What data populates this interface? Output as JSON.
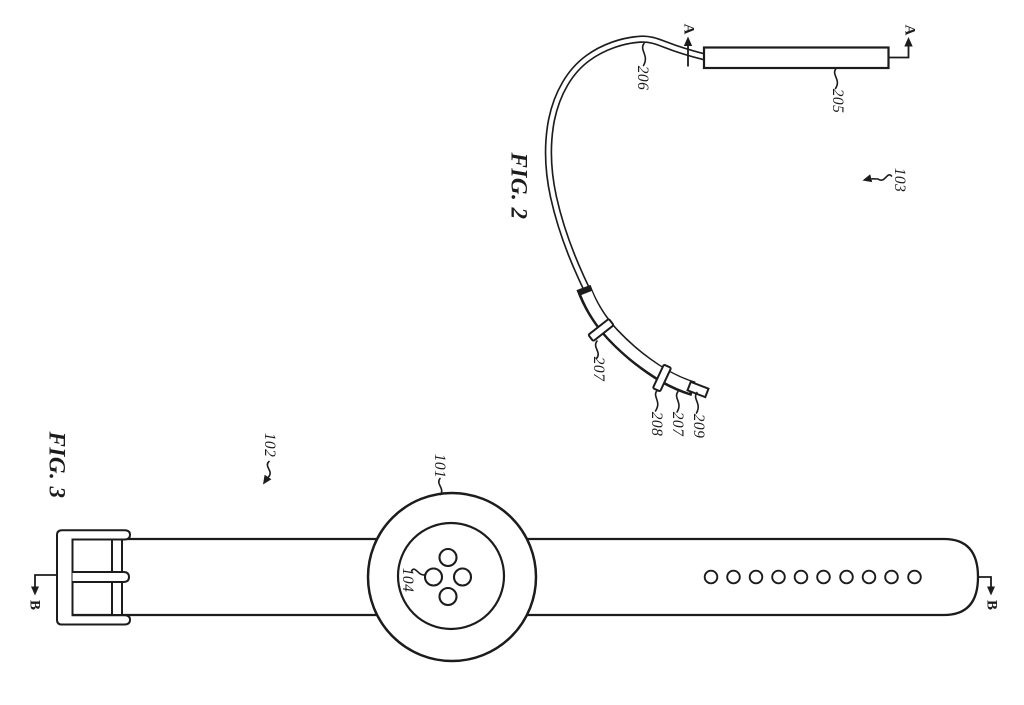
{
  "sheet": {
    "background": "#ffffff",
    "line_color": "#1c1c1c"
  },
  "fig2": {
    "title": "FIG. 2",
    "section_letter": "A",
    "ref_numbers": {
      "module": "205",
      "cable": "206",
      "ridge_upper": "207",
      "ridge_lower": "207",
      "segment": "208",
      "tip": "209",
      "assembly": "103"
    }
  },
  "fig3": {
    "title": "FIG. 3",
    "section_letter": "B",
    "ref_numbers": {
      "watch_body": "101",
      "band": "102",
      "sensor": "104"
    }
  }
}
